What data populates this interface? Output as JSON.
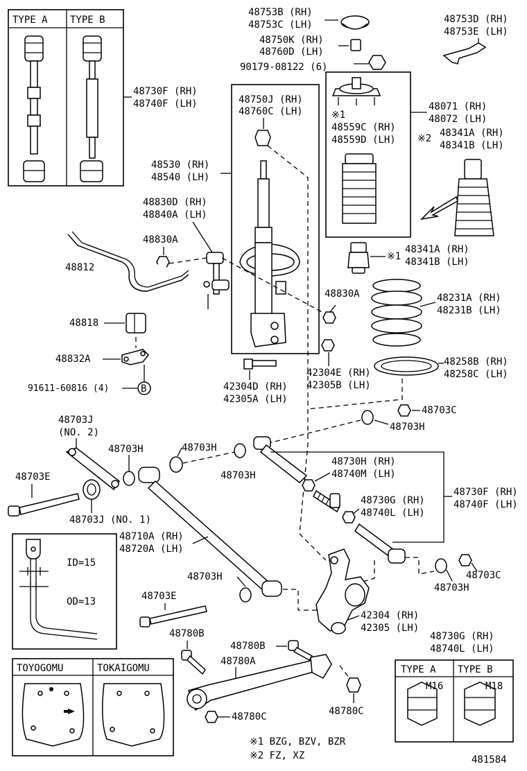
{
  "labels": {
    "type_a": "TYPE A",
    "type_b": "TYPE B",
    "p48730f_rh_top": "48730F (RH)",
    "p48740f_lh_top": "48740F (LH)",
    "p48753b": "48753B (RH)",
    "p48753c": "48753C (LH)",
    "p48750k": "48750K (RH)",
    "p48760d": "48760D (LH)",
    "p90179": "90179-08122 (6)",
    "p48753d": "48753D (RH)",
    "p48753e": "48753E (LH)",
    "p48750j": "48750J (RH)",
    "p48760c": "48760C (LH)",
    "p48071": "48071 (RH)",
    "p48072": "48072 (LH)",
    "note1_mark": "※1",
    "p48559c": "48559C (RH)",
    "p48559d": "48559D (LH)",
    "note2_mark": "※2",
    "p48341a_top": "48341A (RH)",
    "p48341b_top": "48341B (LH)",
    "p48530": "48530 (RH)",
    "p48540": "48540 (LH)",
    "p48830d": "48830D (RH)",
    "p48840a": "48840A (LH)",
    "p48830a_l": "48830A",
    "p48812": "48812",
    "p48341a_mid": "48341A (RH)",
    "p48341b_mid": "48341B (LH)",
    "note1_mark_mid": "※1",
    "p48830a_r": "48830A",
    "p48231a": "48231A (RH)",
    "p48231b": "48231B (LH)",
    "p48818": "48818",
    "p48832a": "48832A",
    "p91611": "91611-60816 (4)",
    "circle_b": "B",
    "p42304e": "42304E (RH)",
    "p42305b": "42305B (LH)",
    "p48258b": "48258B (RH)",
    "p48258c": "48258C (LH)",
    "p42304d": "42304D (RH)",
    "p42305a": "42305A (LH)",
    "p48703c_top": "48703C",
    "p48703h_top": "48703H",
    "p48703j_no2": "48703J",
    "no2": "(NO. 2)",
    "p48703h_a": "48703H",
    "p48703h_b": "48703H",
    "p48703h_c": "48703H",
    "p48730h": "48730H (RH)",
    "p48740m": "48740M (LH)",
    "p48703e_top": "48703E",
    "p48730g_mid": "48730G (RH)",
    "p48740l_mid": "48740L (LH)",
    "p48730f_rh_mid": "48730F (RH)",
    "p48740f_lh_mid": "48740F (LH)",
    "p48703j_no1": "48703J (NO. 1)",
    "id15": "ID=15",
    "od13": "OD=13",
    "p48710a": "48710A (RH)",
    "p48720a": "48720A (LH)",
    "p48703h_d": "48703H",
    "p48703c_r": "48703C",
    "p48703h_e": "48703H",
    "p48703e_bot": "48703E",
    "p42304": "42304 (RH)",
    "p42305": "42305 (LH)",
    "p48780b_l": "48780B",
    "p48780b_r": "48780B",
    "p48780a": "48780A",
    "p48730g_bot": "48730G (RH)",
    "p48740l_bot": "48740L (LH)",
    "toyogomu": "TOYOGOMU",
    "tokaigomu": "TOKAIGOMU",
    "p48780c_l": "48780C",
    "p48780c_r": "48780C",
    "type_a_nut": "TYPE A",
    "type_b_nut": "TYPE B",
    "m16": "M16",
    "m18": "M18",
    "footnote1": "※1 BZG, BZV, BZR",
    "footnote2": "※2 FZ, XZ",
    "diagram_number": "481584"
  }
}
